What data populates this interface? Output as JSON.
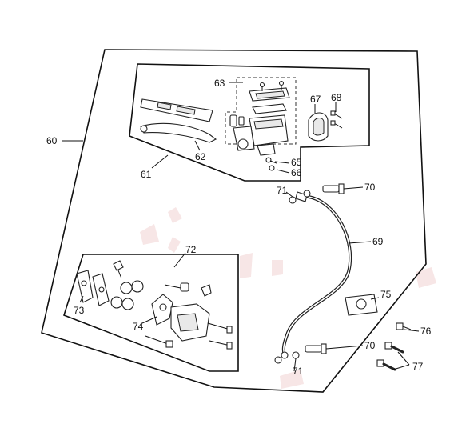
{
  "diagram": {
    "callouts": {
      "c60": "60",
      "c61": "61",
      "c62": "62",
      "c63": "63",
      "c65": "65",
      "c66": "66",
      "c67": "67",
      "c68": "68",
      "c69": "69",
      "c70a": "70",
      "c70b": "70",
      "c71a": "71",
      "c71b": "71",
      "c72": "72",
      "c73": "73",
      "c74": "74",
      "c75": "75",
      "c76": "76",
      "c77": "77"
    },
    "colors": {
      "line": "#111111",
      "background": "#ffffff",
      "watermark": "#f7e6e6"
    }
  }
}
